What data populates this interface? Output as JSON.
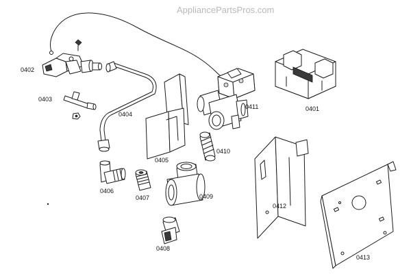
{
  "watermark": "AppliancePartsPros.com",
  "parts": [
    {
      "id": "0401",
      "label": "0401"
    },
    {
      "id": "0402",
      "label": "0402"
    },
    {
      "id": "0403",
      "label": "0403"
    },
    {
      "id": "0404",
      "label": "0404"
    },
    {
      "id": "0405",
      "label": "0405"
    },
    {
      "id": "0406",
      "label": "0406"
    },
    {
      "id": "0407",
      "label": "0407"
    },
    {
      "id": "0408",
      "label": "0408"
    },
    {
      "id": "0409",
      "label": "0409"
    },
    {
      "id": "0410",
      "label": "0410"
    },
    {
      "id": "0411",
      "label": "0411"
    },
    {
      "id": "0412",
      "label": "0412"
    },
    {
      "id": "0413",
      "label": "0413"
    }
  ]
}
